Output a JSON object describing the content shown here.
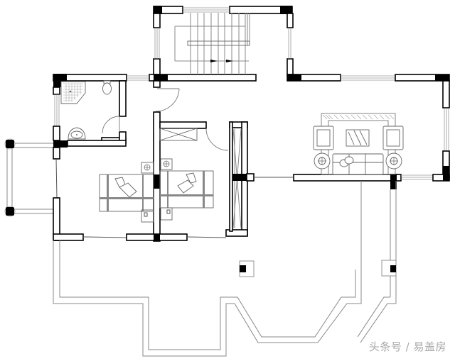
{
  "drawing": {
    "type": "architectural floor plan",
    "view": "upper floor plan",
    "rooms": [
      {
        "name": "stairwell",
        "label": ""
      },
      {
        "name": "bathroom",
        "label": ""
      },
      {
        "name": "bedroom-left",
        "label": ""
      },
      {
        "name": "bedroom-right",
        "label": ""
      },
      {
        "name": "living-room",
        "label": ""
      },
      {
        "name": "terrace",
        "label": ""
      },
      {
        "name": "balcony-left",
        "label": ""
      }
    ],
    "colors": {
      "wall_stroke": "#000000",
      "column_fill": "#000000",
      "line_gray": "#888888",
      "watermark": "#a8a8a8"
    }
  },
  "watermark": {
    "text": "头条号 / 易盖房"
  }
}
